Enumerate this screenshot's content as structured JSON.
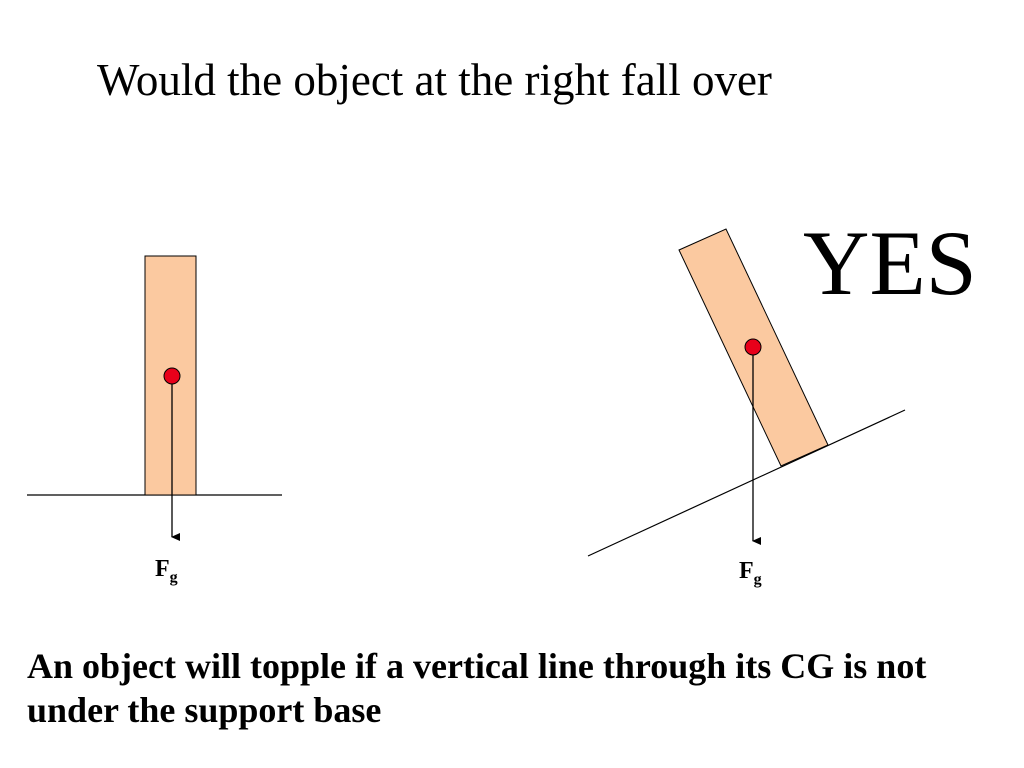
{
  "title": "Would the object at the right fall over",
  "answer": "YES",
  "caption": "An object will topple if a vertical line through its CG is not under the support base",
  "left_object": {
    "force_label": {
      "main": "F",
      "sub": "g"
    }
  },
  "right_object": {
    "force_label": {
      "main": "F",
      "sub": "g"
    }
  },
  "colors": {
    "block_fill": "#FBC9A0",
    "center_of_gravity": "#E8001A",
    "lines": "#000000"
  }
}
